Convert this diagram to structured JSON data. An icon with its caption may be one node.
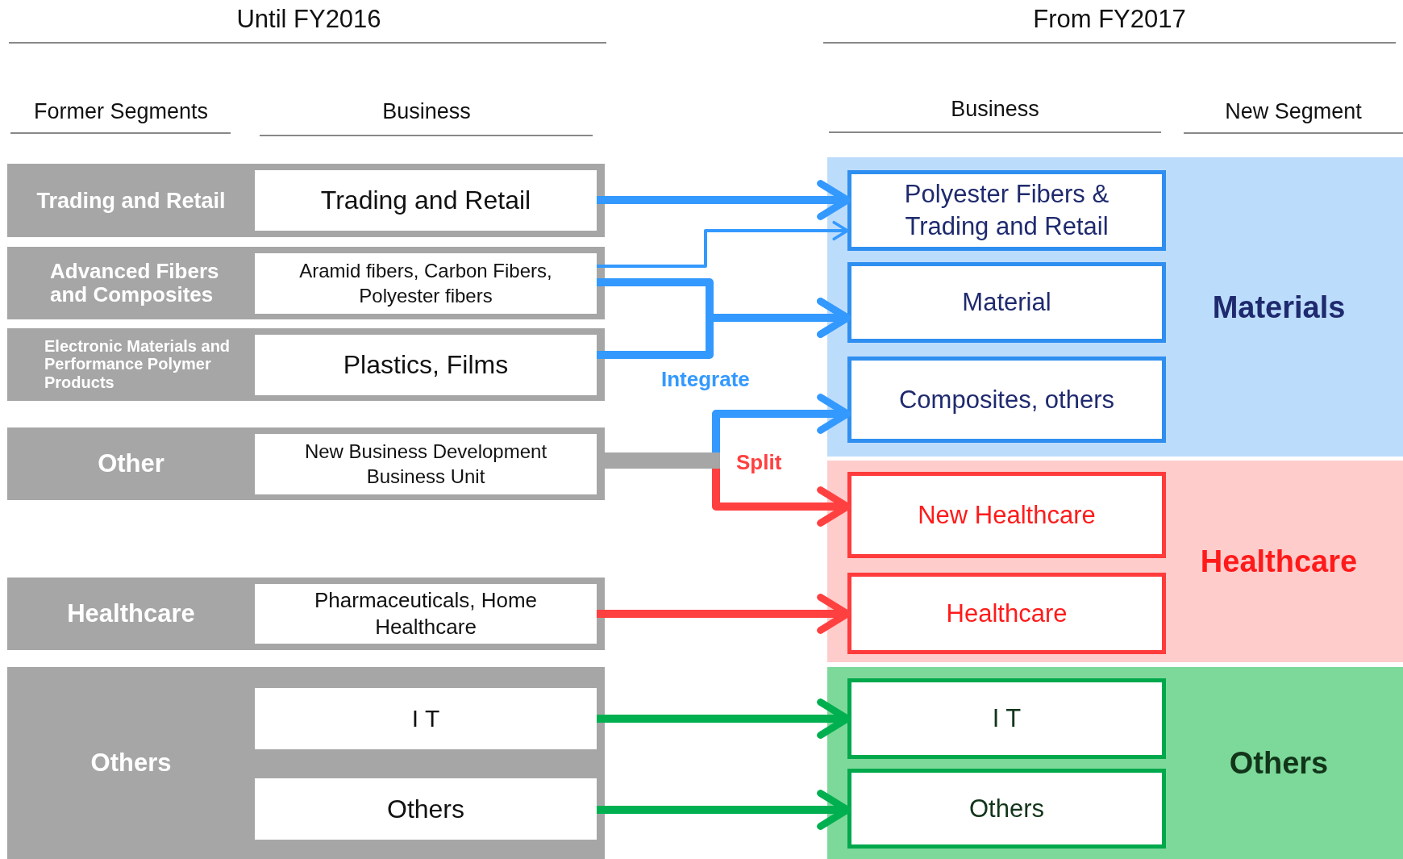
{
  "diagram": {
    "nodes": [
      {
        "text": [
          "Trading and Retail"
        ]
      },
      {
        "text": [
          "Trading and Retail"
        ],
        "in": 0
      },
      {
        "text": [
          "Advanced Fibers and Composites"
        ]
      },
      {
        "text": [
          "Aramid fibers, Carbon Fibers, Polyester fibers"
        ],
        "in": 2
      },
      {
        "text": [
          "Electronic Materials and Performance Polymer Products"
        ]
      },
      {
        "text": [
          "Plastics, Films"
        ],
        "in": 4
      },
      {
        "text": [
          "Other"
        ]
      },
      {
        "text": [
          "New Business Development Business Unit"
        ],
        "in": 6
      },
      {
        "text": [
          "Healthcare"
        ]
      },
      {
        "text": [
          "Pharmaceuticals, Home Healthcare"
        ],
        "in": 8
      },
      {
        "text": [
          "Others"
        ]
      },
      {
        "text": [
          "I T"
        ],
        "in": 10
      },
      {
        "text": [
          "Others"
        ],
        "in": 10
      },
      {
        "text": [
          "Materials"
        ]
      },
      {
        "text": [
          "Polyester Fibers & Trading and Retail"
        ],
        "in": 13
      },
      {
        "text": [
          "Material"
        ],
        "in": 13
      },
      {
        "text": [
          "Composites, others"
        ],
        "in": 13
      },
      {
        "text": [
          "Healthcare"
        ]
      },
      {
        "text": [
          "New Healthcare"
        ],
        "in": 17
      },
      {
        "text": [
          "Healthcare"
        ],
        "in": 17
      },
      {
        "text": [
          "Others"
        ]
      },
      {
        "text": [
          "I T"
        ],
        "in": 20
      },
      {
        "text": [
          "Others"
        ],
        "in": 20
      }
    ],
    "edges": [
      {
        "from": 1,
        "to": 14,
        "arrow": "to"
      },
      {
        "from": 3,
        "to": 14,
        "arrow": "to"
      },
      {
        "from": 3,
        "to": 15,
        "arrow": "to"
      },
      {
        "from": 5,
        "to": 15,
        "arrow": "to",
        "label": "Integrate"
      },
      {
        "from": 7,
        "to": 16,
        "arrow": "to"
      },
      {
        "from": 7,
        "to": 18,
        "arrow": "to",
        "label": "Split",
        "color": "#ff4040"
      },
      {
        "from": 9,
        "to": 19,
        "arrow": "to",
        "color": "#ff4040"
      },
      {
        "from": 11,
        "to": 21,
        "arrow": "to",
        "color": "#00b050"
      },
      {
        "from": 12,
        "to": 22,
        "arrow": "to",
        "color": "#00b050"
      }
    ],
    "labels": [
      "Until FY2016",
      "From FY2017",
      "Former Segments",
      "Business",
      "Business",
      "New Segment"
    ]
  }
}
